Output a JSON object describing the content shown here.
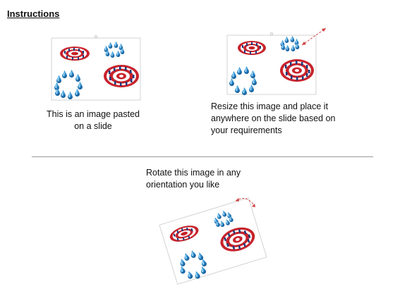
{
  "heading": "Instructions",
  "steps": [
    {
      "caption_lines": [
        "This is an image pasted",
        "on a slide"
      ]
    },
    {
      "caption_lines": [
        "Resize this image and place it",
        "anywhere on the slide based on",
        "your requirements"
      ]
    },
    {
      "caption_lines": [
        "Rotate this image in any",
        "orientation you like"
      ]
    }
  ],
  "colors": {
    "target_red": "#c8232c",
    "target_white": "#ffffff",
    "target_navy": "#1f3a7a",
    "drop_blue": "#2a86c8",
    "drop_highlight": "#8fd0f5",
    "arrow_red": "#d04040",
    "frame_gray": "#c9c9c9",
    "divider_gray": "#9a9a9a"
  },
  "icons": [
    "bullseye-target-icon",
    "water-drop-ring-icon",
    "resize-arrow-icon",
    "rotate-arrow-icon"
  ]
}
